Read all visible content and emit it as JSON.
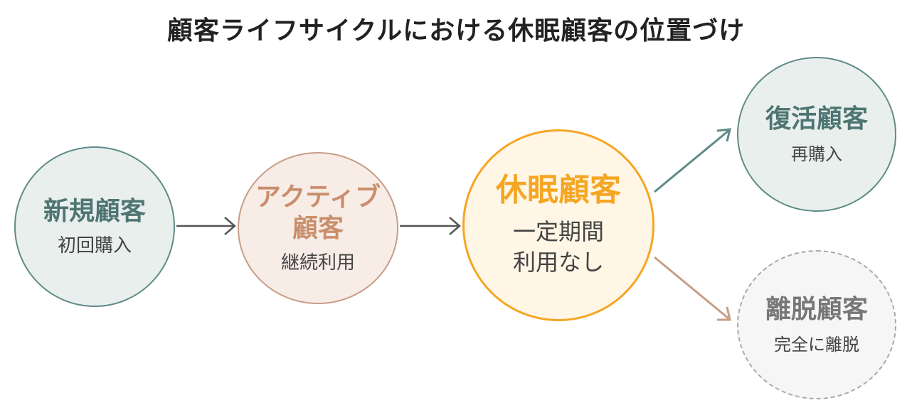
{
  "title": "顧客ライフサイクルにおける休眠顧客の位置づけ",
  "nodes": {
    "new": {
      "name": "新規顧客",
      "sub": "初回購入"
    },
    "active": {
      "name": "アクティブ\n顧客",
      "sub": "継続利用"
    },
    "dormant": {
      "name": "休眠顧客",
      "sub": "一定期間\n利用なし"
    },
    "revival": {
      "name": "復活顧客",
      "sub": "再購入"
    },
    "churn": {
      "name": "離脱顧客",
      "sub": "完全に離脱"
    }
  },
  "colors": {
    "teal": "#5f8b88",
    "tan": "#c79e86",
    "orange": "#f5a623",
    "gray": "#aaaaaa",
    "arrow": "#555555"
  }
}
